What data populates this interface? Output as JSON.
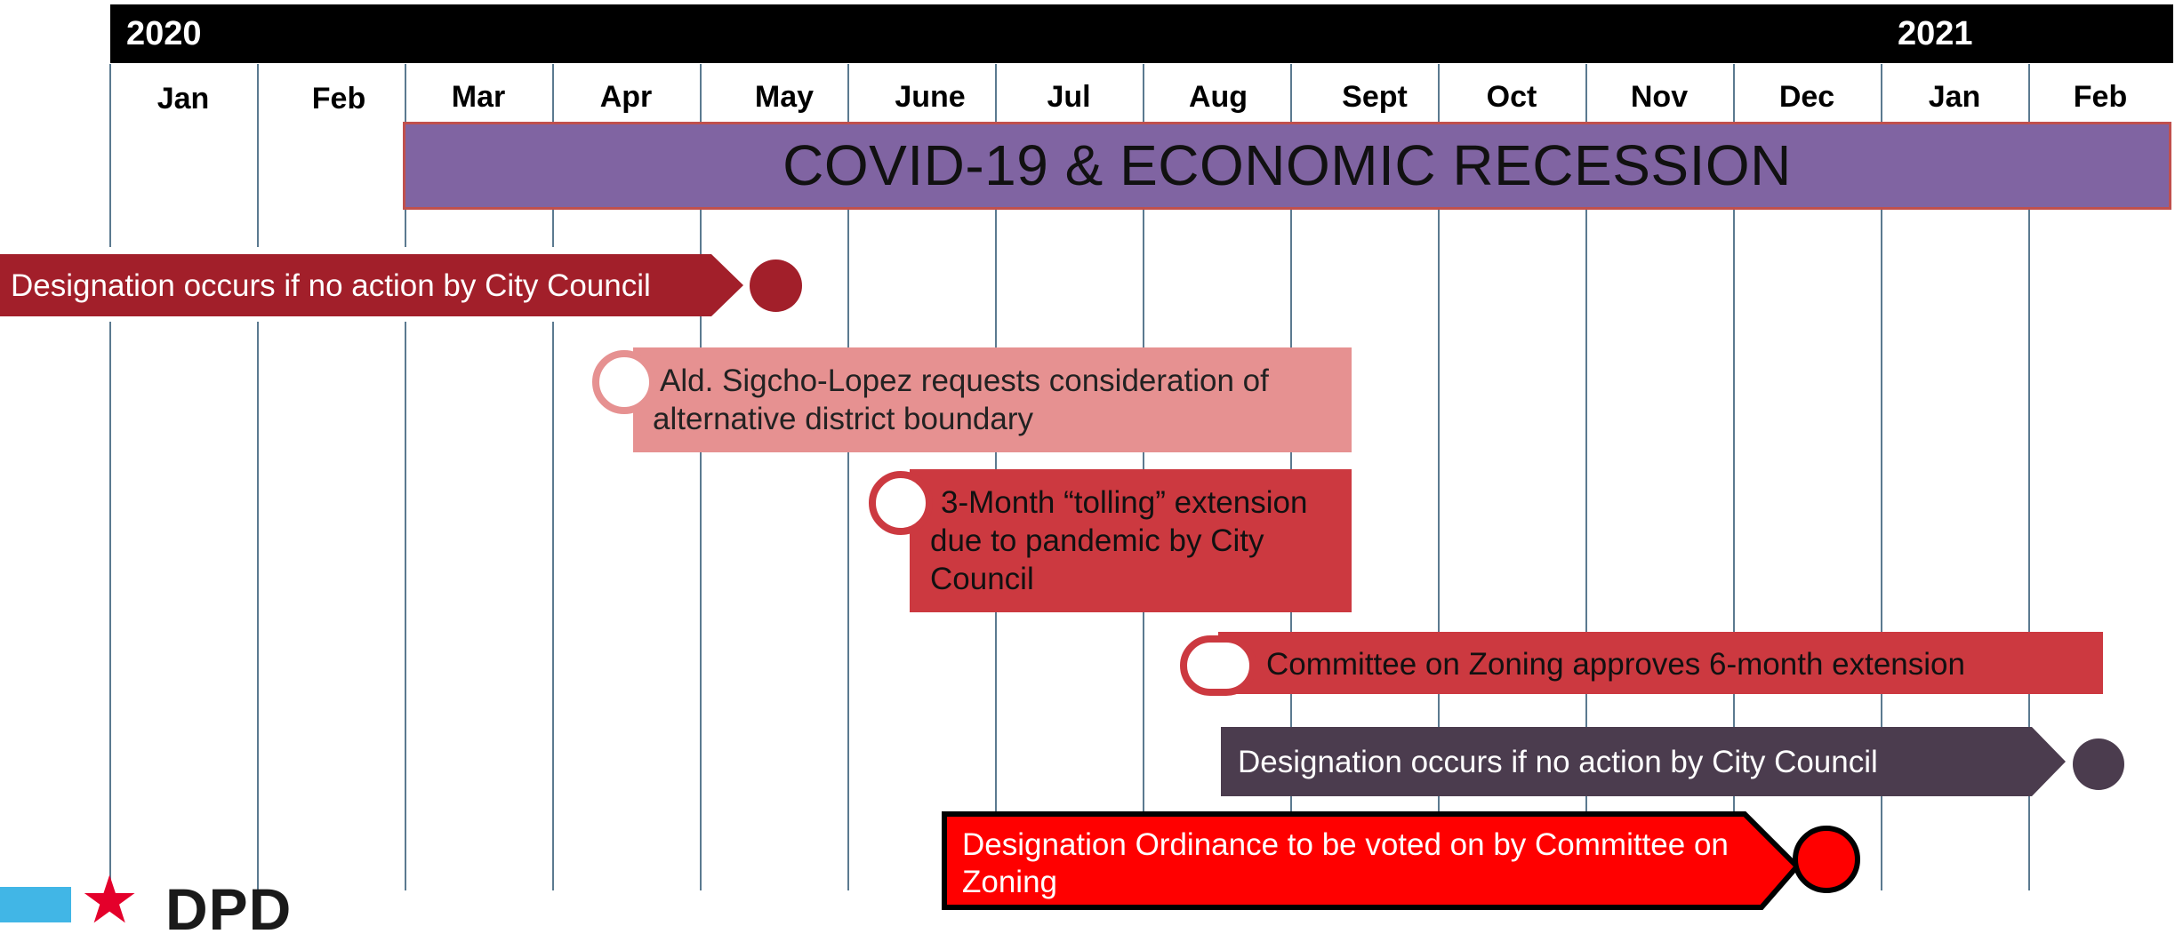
{
  "header": {
    "year_start": "2020",
    "year_end": "2021",
    "months": [
      "Jan",
      "Feb",
      "Mar",
      "Apr",
      "May",
      "June",
      "Jul",
      "Aug",
      "Sept",
      "Oct",
      "Nov",
      "Dec",
      "Jan",
      "Feb"
    ]
  },
  "banner": {
    "label": "COVID-19 & ECONOMIC RECESSION",
    "color": "#8064a2"
  },
  "events": [
    {
      "label": "Designation occurs if no action by City Council",
      "color": "#a21f2a"
    },
    {
      "label": "Ald. Sigcho-Lopez requests consideration of alternative district boundary",
      "color": "#e69191"
    },
    {
      "label": "3-Month “tolling” extension due to pandemic by City Council",
      "color": "#cc3940"
    },
    {
      "label": "Committee on Zoning approves 6-month extension",
      "color": "#cc3940"
    },
    {
      "label": "Designation occurs if no action by City Council",
      "color": "#4b3c4e"
    },
    {
      "label": "Designation Ordinance to be voted on by Committee on Zoning",
      "color": "#ff0000"
    }
  ],
  "logo": {
    "text": "DPD",
    "icon": "star-icon"
  }
}
